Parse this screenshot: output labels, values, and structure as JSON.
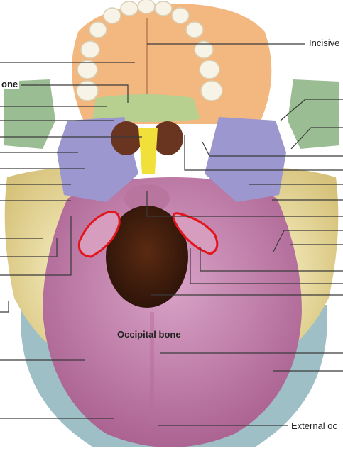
{
  "labels": {
    "incisive": "Incisive",
    "bone_partial": "one",
    "occipital_bone": "Occipital bone",
    "external_partial": "External oc"
  },
  "colors": {
    "occipital": "#c987b1",
    "temporal": "#ecdf9f",
    "maxilla": "#f3b87f",
    "palatine": "#b7cf8f",
    "sphenoid": "#9d97cf",
    "vomer": "#f1e03a",
    "zygomatic": "#9bbd93",
    "teeth": "#f7f3e6",
    "highlight": "#e3161c",
    "leader": "#3a3a3a"
  }
}
